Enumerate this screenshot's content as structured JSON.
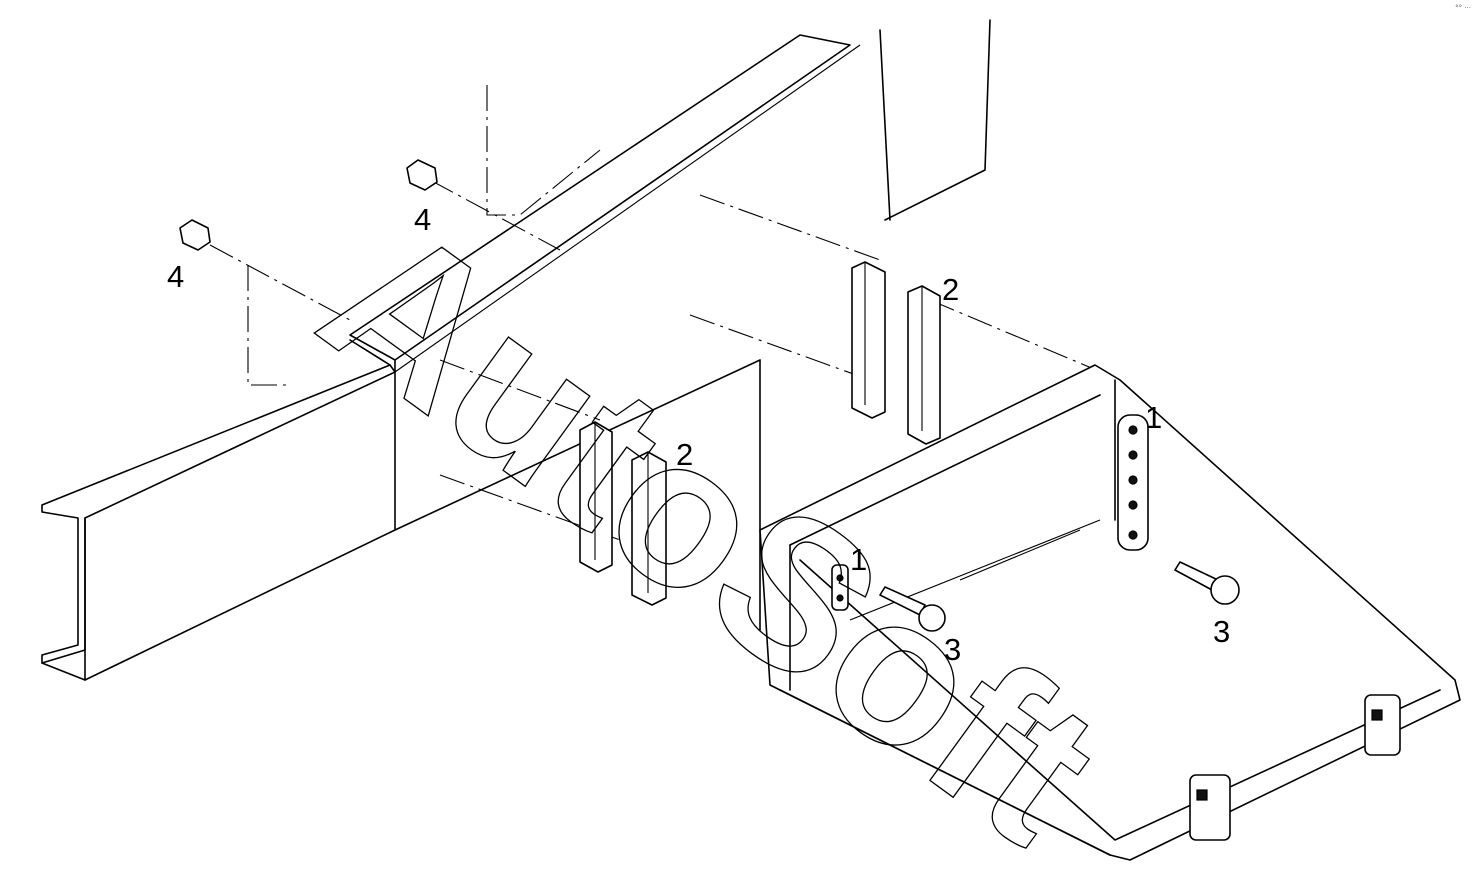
{
  "watermark": "AutoSoft",
  "corner_mark": "°° ···",
  "callouts": [
    "1",
    "1",
    "2",
    "2",
    "3",
    "3",
    "4",
    "4"
  ]
}
